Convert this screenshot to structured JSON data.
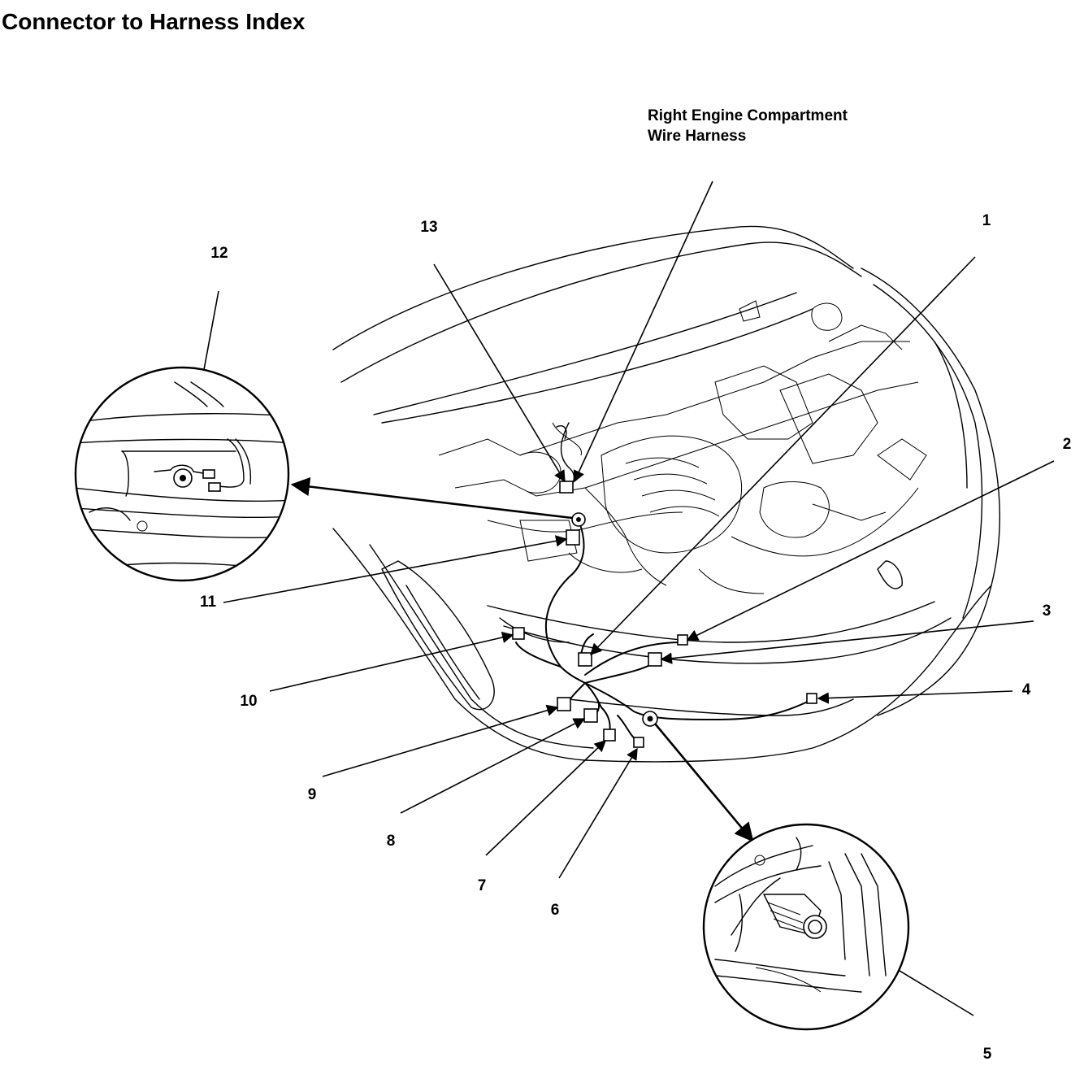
{
  "title": "Connector to Harness Index",
  "harness_label": {
    "line1": "Right Engine Compartment",
    "line2": "Wire Harness"
  },
  "callouts": {
    "c1": "1",
    "c2": "2",
    "c3": "3",
    "c4": "4",
    "c5": "5",
    "c6": "6",
    "c7": "7",
    "c8": "8",
    "c9": "9",
    "c10": "10",
    "c11": "11",
    "c12": "12",
    "c13": "13"
  }
}
